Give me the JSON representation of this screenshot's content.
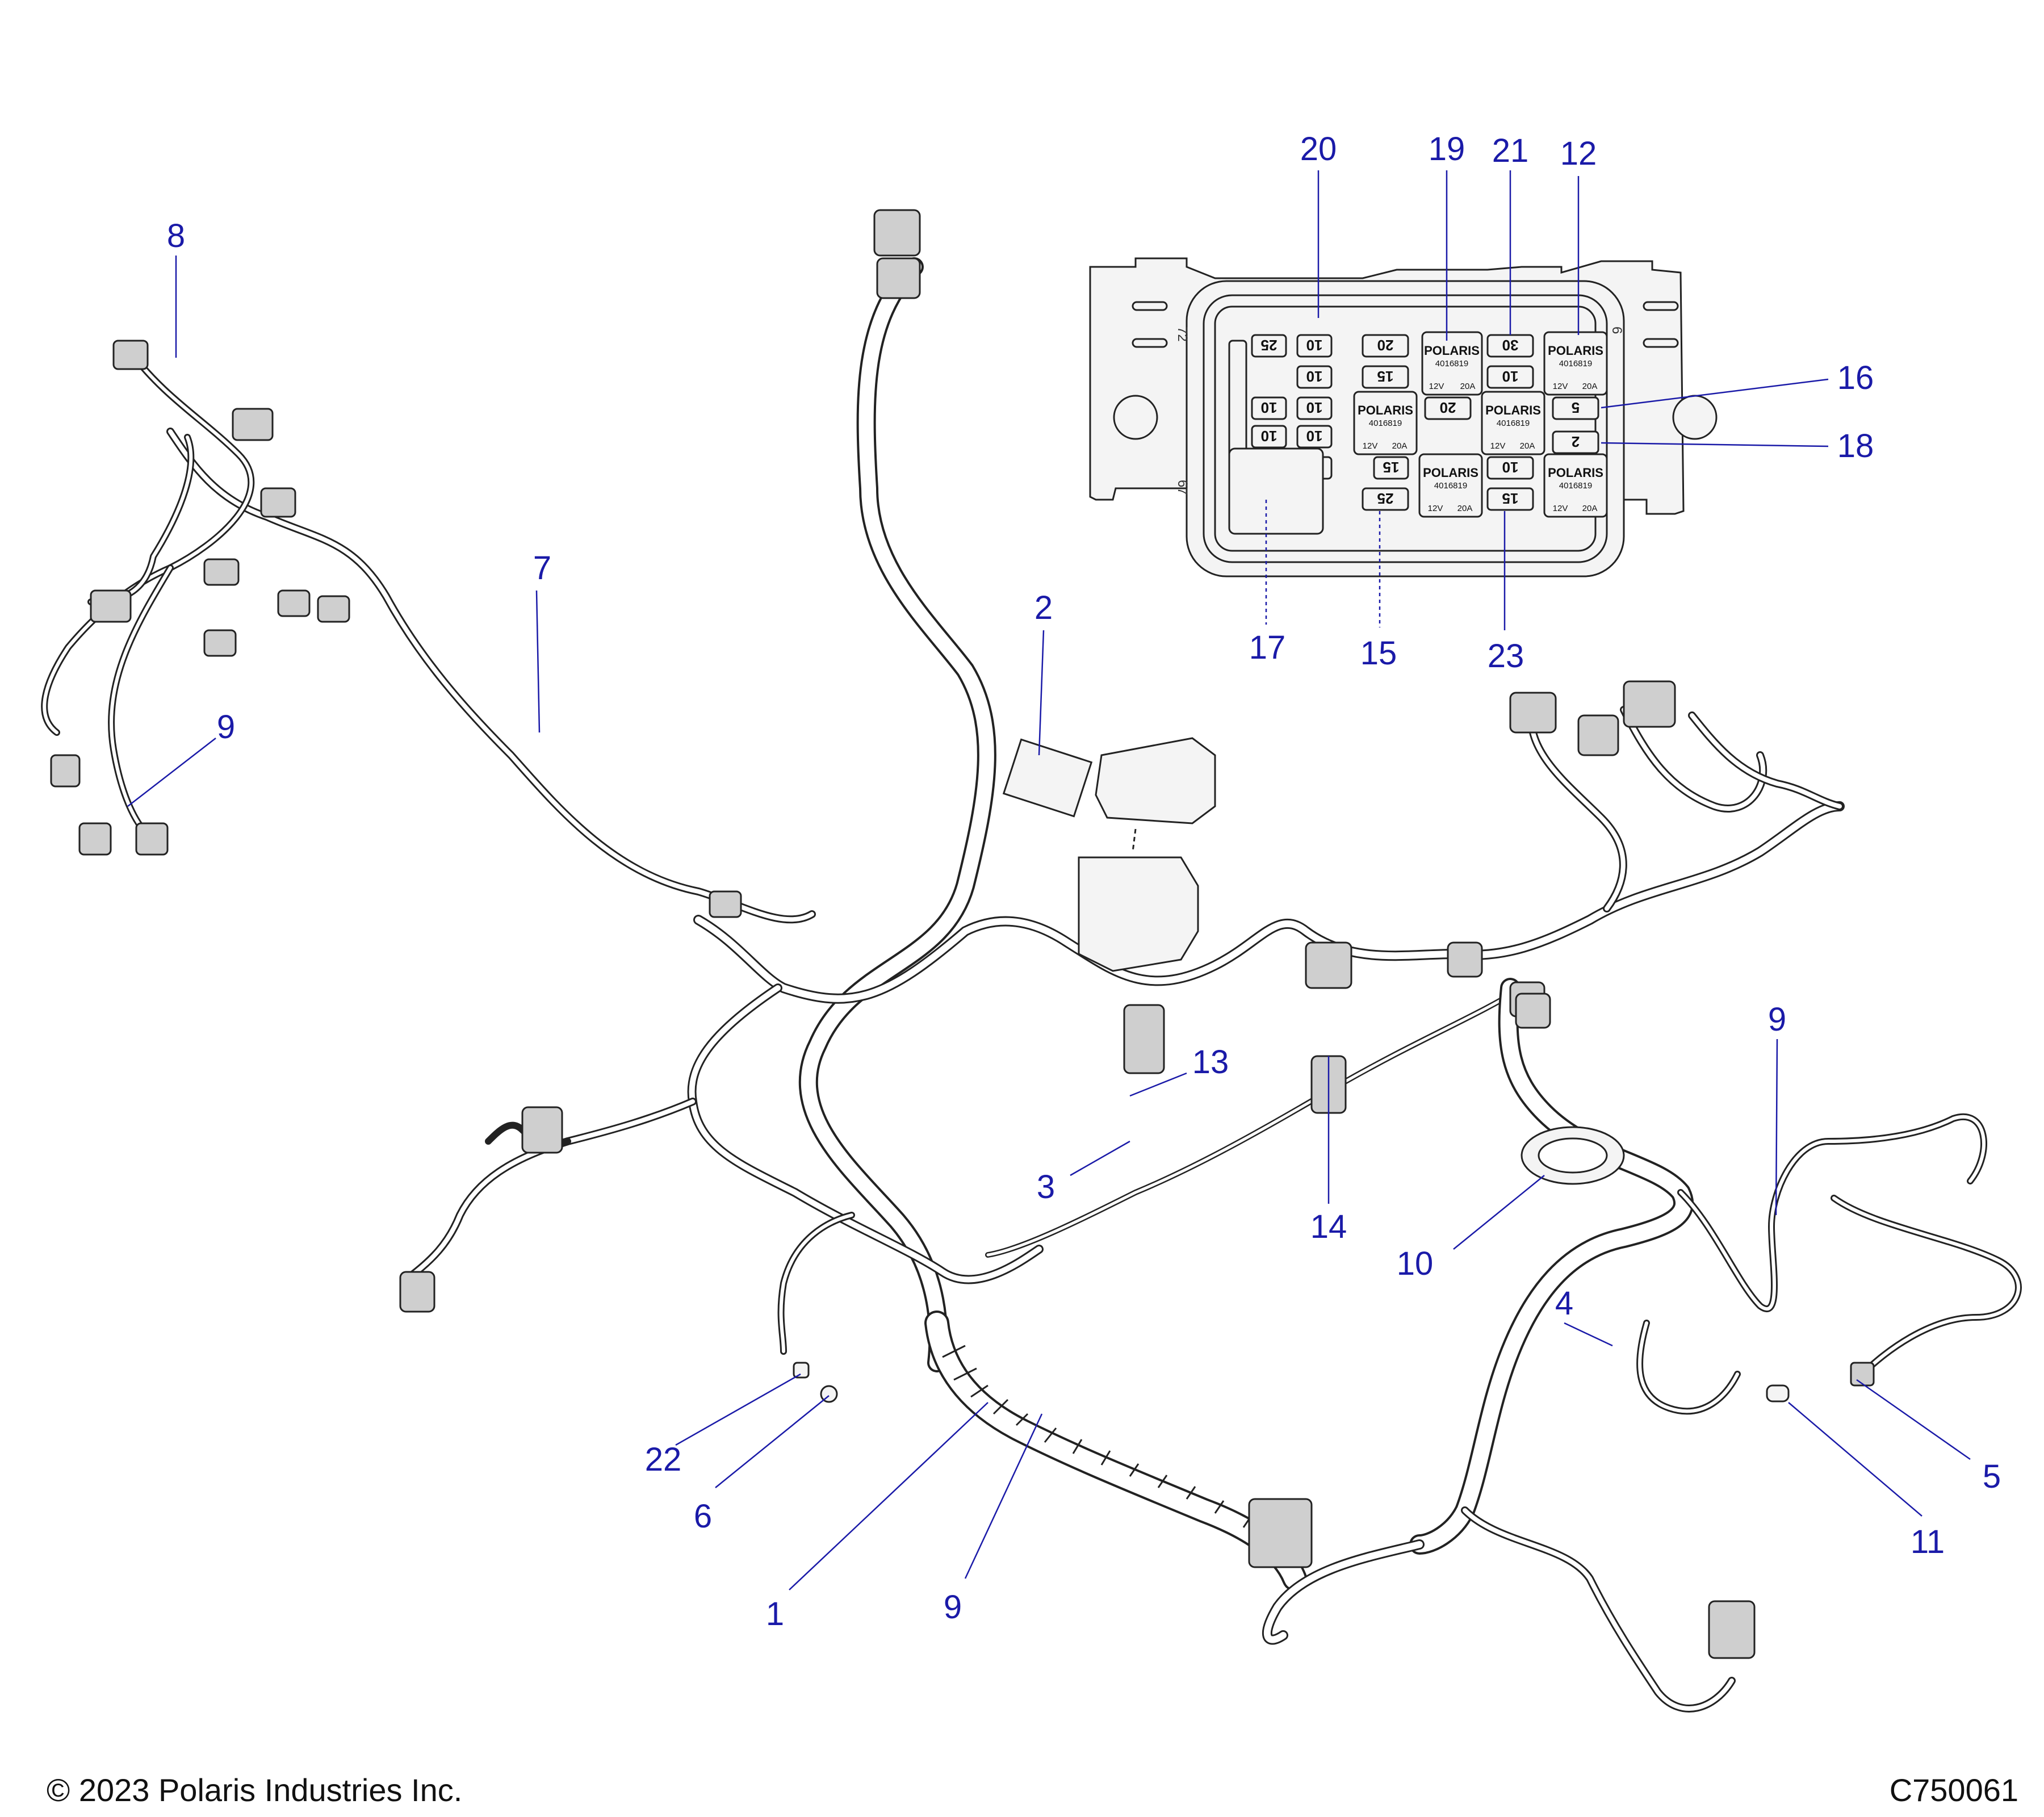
{
  "callouts": [
    {
      "id": "20",
      "label": "20"
    },
    {
      "id": "19",
      "label": "19"
    },
    {
      "id": "21",
      "label": "21"
    },
    {
      "id": "12",
      "label": "12"
    },
    {
      "id": "16",
      "label": "16"
    },
    {
      "id": "18",
      "label": "18"
    },
    {
      "id": "17",
      "label": "17"
    },
    {
      "id": "15",
      "label": "15"
    },
    {
      "id": "23",
      "label": "23"
    },
    {
      "id": "8",
      "label": "8"
    },
    {
      "id": "7",
      "label": "7"
    },
    {
      "id": "9a",
      "label": "9"
    },
    {
      "id": "2",
      "label": "2"
    },
    {
      "id": "13",
      "label": "13"
    },
    {
      "id": "3",
      "label": "3"
    },
    {
      "id": "14",
      "label": "14"
    },
    {
      "id": "10",
      "label": "10"
    },
    {
      "id": "9b",
      "label": "9"
    },
    {
      "id": "4",
      "label": "4"
    },
    {
      "id": "5",
      "label": "5"
    },
    {
      "id": "11",
      "label": "11"
    },
    {
      "id": "22",
      "label": "22"
    },
    {
      "id": "6",
      "label": "6"
    },
    {
      "id": "1",
      "label": "1"
    },
    {
      "id": "9c",
      "label": "9"
    }
  ],
  "fuse_box": {
    "corner_labels": {
      "top_left": "72",
      "top_right": "6",
      "bottom_left": "67"
    },
    "fuses": [
      "25",
      "10",
      "10",
      "10",
      "10",
      "10",
      "10",
      "10",
      "20",
      "15",
      "20",
      "15",
      "25",
      "30",
      "10",
      "10",
      "15",
      "5",
      "2"
    ],
    "relay_brand": "POLARIS",
    "relay_part": "4016819",
    "relay_rating_v": "12V",
    "relay_rating_a": "20A"
  },
  "footer": {
    "copyright": "© 2023 Polaris Industries Inc.",
    "drawing_id": "C750061"
  }
}
